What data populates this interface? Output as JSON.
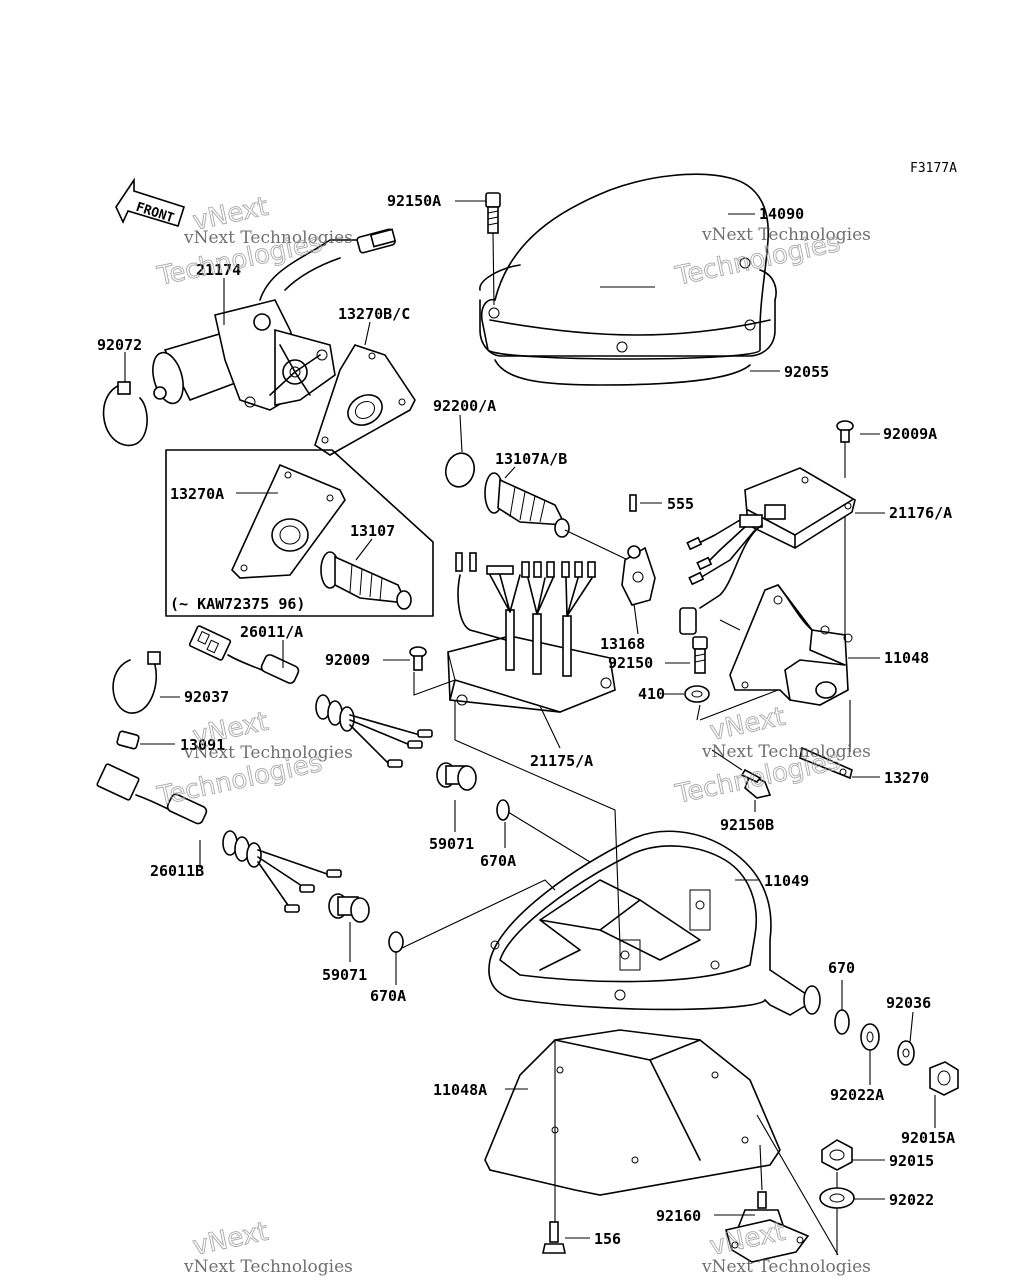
{
  "diagram": {
    "figure_code": "F3177A",
    "front_label": "FRONT",
    "watermark": {
      "brand_small": "vNext",
      "line": "vNext Technologies",
      "brand_large": "Technologies"
    },
    "note": "(~ KAW72375  96)",
    "parts": [
      {
        "id": "p92150A",
        "label": "92150A"
      },
      {
        "id": "p14090",
        "label": "14090"
      },
      {
        "id": "p21174",
        "label": "21174"
      },
      {
        "id": "p13270BC",
        "label": "13270B/C"
      },
      {
        "id": "p92072",
        "label": "92072"
      },
      {
        "id": "p92055",
        "label": "92055"
      },
      {
        "id": "p92200A",
        "label": "92200/A"
      },
      {
        "id": "p92009A",
        "label": "92009A"
      },
      {
        "id": "p13107AB",
        "label": "13107A/B"
      },
      {
        "id": "p13270A",
        "label": "13270A"
      },
      {
        "id": "p555",
        "label": "555"
      },
      {
        "id": "p21176A",
        "label": "21176/A"
      },
      {
        "id": "p13107",
        "label": "13107"
      },
      {
        "id": "p13168",
        "label": "13168"
      },
      {
        "id": "p26011A",
        "label": "26011/A"
      },
      {
        "id": "p92009",
        "label": "92009"
      },
      {
        "id": "p92150",
        "label": "92150"
      },
      {
        "id": "p11048",
        "label": "11048"
      },
      {
        "id": "p92037",
        "label": "92037"
      },
      {
        "id": "p410",
        "label": "410"
      },
      {
        "id": "p13091",
        "label": "13091"
      },
      {
        "id": "p21175A",
        "label": "21175/A"
      },
      {
        "id": "p13270",
        "label": "13270"
      },
      {
        "id": "p59071a",
        "label": "59071"
      },
      {
        "id": "p92150B",
        "label": "92150B"
      },
      {
        "id": "p670Aa",
        "label": "670A"
      },
      {
        "id": "p26011B",
        "label": "26011B"
      },
      {
        "id": "p11049",
        "label": "11049"
      },
      {
        "id": "p59071b",
        "label": "59071"
      },
      {
        "id": "p670",
        "label": "670"
      },
      {
        "id": "p670Ab",
        "label": "670A"
      },
      {
        "id": "p92036",
        "label": "92036"
      },
      {
        "id": "p11048A",
        "label": "11048A"
      },
      {
        "id": "p92022A",
        "label": "92022A"
      },
      {
        "id": "p92015A",
        "label": "92015A"
      },
      {
        "id": "p92015",
        "label": "92015"
      },
      {
        "id": "p92022",
        "label": "92022"
      },
      {
        "id": "p92160",
        "label": "92160"
      },
      {
        "id": "p156",
        "label": "156"
      }
    ]
  }
}
